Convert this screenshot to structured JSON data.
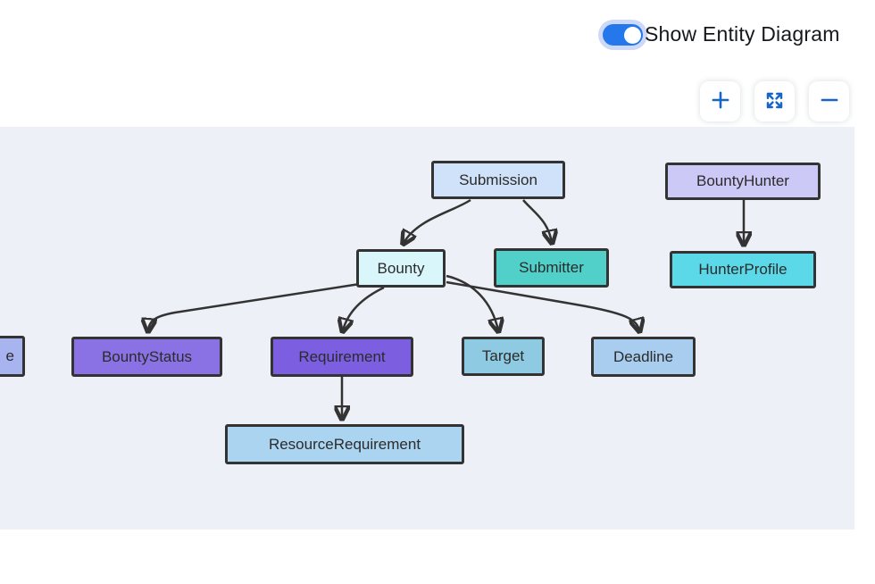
{
  "header": {
    "toggle_label": "Show Entity Diagram",
    "toggle_state": "on",
    "toggle_color": "#2478ec",
    "toggle_ring_color": "#cdd9f7"
  },
  "toolbar": {
    "buttons": [
      {
        "name": "zoom-in",
        "icon": "plus-icon"
      },
      {
        "name": "fullscreen",
        "icon": "expand-icon"
      },
      {
        "name": "zoom-out",
        "icon": "minus-icon"
      }
    ],
    "icon_color": "#1766c5"
  },
  "diagram": {
    "background": "#edf0f6",
    "edge_color": "#333333",
    "nodes": [
      {
        "id": "submission",
        "label": "Submission",
        "fill": "#cfe2f9"
      },
      {
        "id": "bountyhunter",
        "label": "BountyHunter",
        "fill": "#cdc9f6"
      },
      {
        "id": "bounty",
        "label": "Bounty",
        "fill": "#d9f7fa"
      },
      {
        "id": "submitter",
        "label": "Submitter",
        "fill": "#50d0c9"
      },
      {
        "id": "hunterprofile",
        "label": "HunterProfile",
        "fill": "#5cd9e9"
      },
      {
        "id": "partial",
        "label": "e",
        "fill": "#a8b4ef"
      },
      {
        "id": "bountystatus",
        "label": "BountyStatus",
        "fill": "#8a72e5"
      },
      {
        "id": "requirement",
        "label": "Requirement",
        "fill": "#7c5fe1"
      },
      {
        "id": "target",
        "label": "Target",
        "fill": "#8ecbe2"
      },
      {
        "id": "deadline",
        "label": "Deadline",
        "fill": "#a8cdee"
      },
      {
        "id": "resourcerequirement",
        "label": "ResourceRequirement",
        "fill": "#abd4f1"
      }
    ],
    "edges": [
      {
        "from": "Submission",
        "to": "Bounty"
      },
      {
        "from": "Submission",
        "to": "Submitter"
      },
      {
        "from": "BountyHunter",
        "to": "HunterProfile"
      },
      {
        "from": "Bounty",
        "to": "BountyStatus"
      },
      {
        "from": "Bounty",
        "to": "Requirement"
      },
      {
        "from": "Bounty",
        "to": "Target"
      },
      {
        "from": "Bounty",
        "to": "Deadline"
      },
      {
        "from": "Requirement",
        "to": "ResourceRequirement"
      }
    ]
  }
}
